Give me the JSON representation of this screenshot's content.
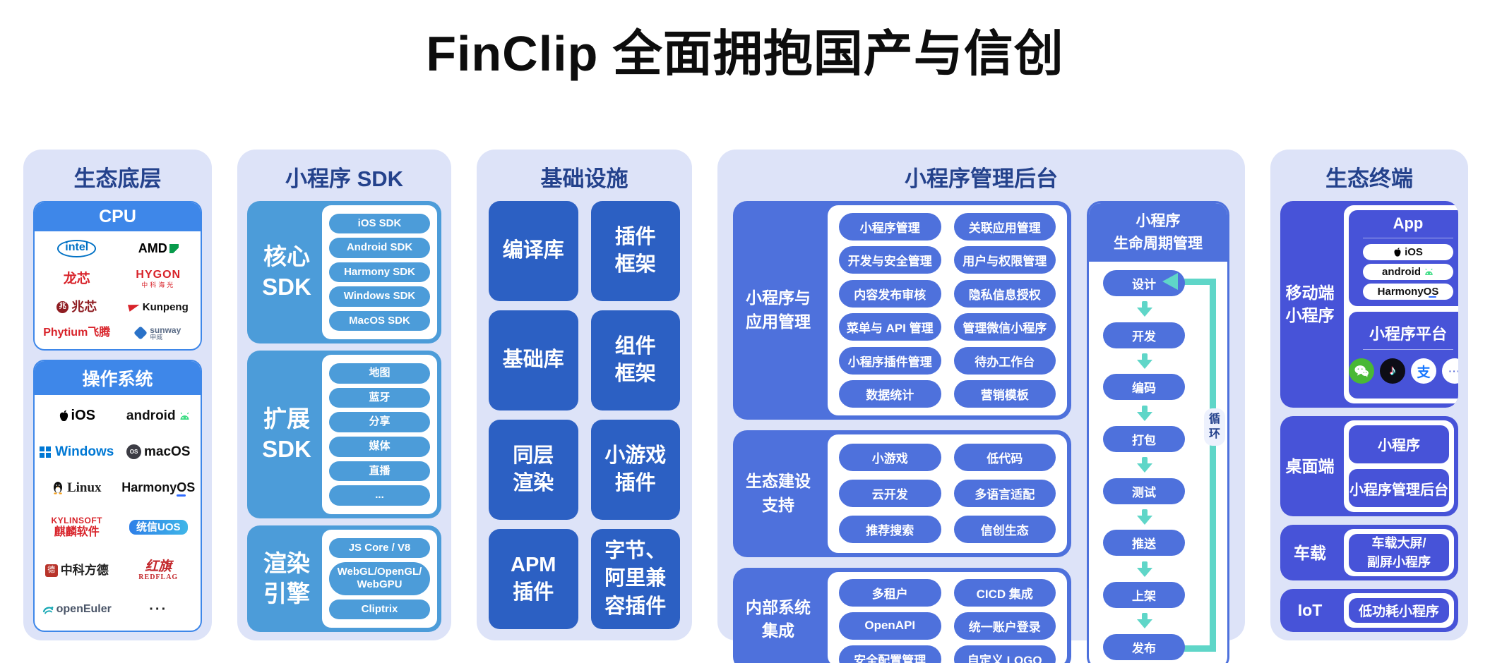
{
  "title": "FinClip 全面拥抱国产与信创",
  "colors": {
    "panel_bg": "#dde3f8",
    "heading_navy": "#24428c",
    "eco_header_blue": "#3e87e9",
    "sdk_blue": "#4c9cd9",
    "infra_blue": "#2c60c3",
    "admin_blue": "#4e71dc",
    "terminal_indigo": "#4753d8",
    "loop_teal": "#5fd6c8"
  },
  "eco_base": {
    "title": "生态底层",
    "cpu": {
      "header": "CPU",
      "logos": [
        {
          "name": "intel",
          "label": "intel"
        },
        {
          "name": "amd",
          "label": "AMD"
        },
        {
          "name": "loongson",
          "label": "龙芯"
        },
        {
          "name": "hygon",
          "label": "HYGON",
          "sub": "中科海光"
        },
        {
          "name": "zhaoxin",
          "label": "兆芯"
        },
        {
          "name": "kunpeng",
          "label": "Kunpeng"
        },
        {
          "name": "phytium",
          "label": "Phytium飞腾"
        },
        {
          "name": "sunway",
          "label": "sunway",
          "sub": "申威"
        }
      ]
    },
    "os": {
      "header": "操作系统",
      "logos": [
        {
          "name": "ios",
          "label": "iOS"
        },
        {
          "name": "android",
          "label": "android"
        },
        {
          "name": "windows",
          "label": "Windows"
        },
        {
          "name": "macos",
          "label": "macOS"
        },
        {
          "name": "linux",
          "label": "Linux"
        },
        {
          "name": "harmonyos",
          "label": "HarmonyOS"
        },
        {
          "name": "kylinsoft",
          "label": "KYLINSOFT",
          "sub": "麒麟软件"
        },
        {
          "name": "uos",
          "label": "统信UOS"
        },
        {
          "name": "fangde",
          "label": "中科方德"
        },
        {
          "name": "redflag",
          "label": "红旗",
          "sub": "REDFLAG"
        },
        {
          "name": "openeuler",
          "label": "openEuler"
        },
        {
          "name": "more",
          "label": "···"
        }
      ]
    }
  },
  "sdk": {
    "title": "小程序 SDK",
    "groups": [
      {
        "label": "核心\nSDK",
        "items": [
          "iOS SDK",
          "Android SDK",
          "Harmony SDK",
          "Windows SDK",
          "MacOS SDK"
        ]
      },
      {
        "label": "扩展\nSDK",
        "items": [
          "地图",
          "蓝牙",
          "分享",
          "媒体",
          "直播",
          "..."
        ]
      },
      {
        "label": "渲染\n引擎",
        "items": [
          "JS Core / V8",
          "WebGL/OpenGL/\nWebGPU",
          "Cliptrix"
        ]
      }
    ]
  },
  "infra": {
    "title": "基础设施",
    "cells": [
      "编译库",
      "插件\n框架",
      "基础库",
      "组件\n框架",
      "同层\n渲染",
      "小游戏\n插件",
      "APM\n插件",
      "字节、\n阿里兼\n容插件"
    ]
  },
  "admin": {
    "title": "小程序管理后台",
    "groups": [
      {
        "label": "小程序与\n应用管理",
        "items": [
          "小程序管理",
          "关联应用管理",
          "开发与安全管理",
          "用户与权限管理",
          "内容发布审核",
          "隐私信息授权",
          "菜单与 API 管理",
          "管理微信小程序",
          "小程序插件管理",
          "待办工作台",
          "数据统计",
          "营销模板"
        ]
      },
      {
        "label": "生态建设\n支持",
        "items": [
          "小游戏",
          "低代码",
          "云开发",
          "多语言适配",
          "推荐搜索",
          "信创生态"
        ]
      },
      {
        "label": "内部系统\n集成",
        "items": [
          "多租户",
          "CICD 集成",
          "OpenAPI",
          "统一账户登录",
          "安全配置管理",
          "自定义 LOGO"
        ]
      }
    ],
    "lifecycle": {
      "title": "小程序\n生命周期管理",
      "steps": [
        "设计",
        "开发",
        "编码",
        "打包",
        "测试",
        "推送",
        "上架",
        "发布"
      ],
      "loop_label": "循\n环"
    }
  },
  "terminals": {
    "title": "生态终端",
    "mobile": {
      "label": "移动端\n小程序",
      "app_card": {
        "title": "App",
        "pills": [
          "iOS",
          "android",
          "HarmonyOS"
        ]
      },
      "platform_card": {
        "title": "小程序平台",
        "icons": [
          "wechat",
          "douyin",
          "alipay",
          "more"
        ],
        "alipay_glyph": "支",
        "more_glyph": "···"
      }
    },
    "desktop": {
      "label": "桌面端",
      "cards": [
        "小程序",
        "小程序管理后台"
      ]
    },
    "vehicle": {
      "label": "车载",
      "cards": [
        "车载大屏/\n副屏小程序"
      ]
    },
    "iot": {
      "label": "IoT",
      "cards": [
        "低功耗小程序"
      ]
    }
  }
}
